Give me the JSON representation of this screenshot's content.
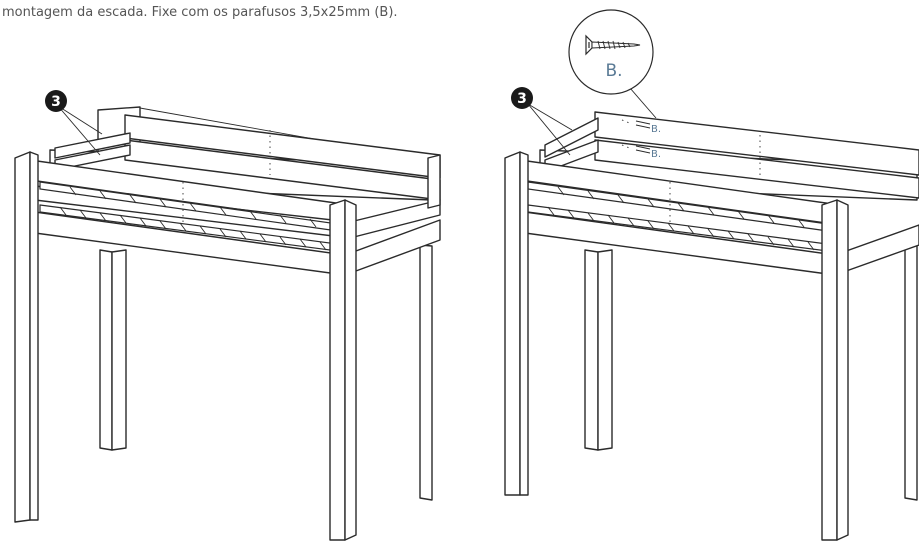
{
  "instruction_text": "montagem da escada. Fixe com os parafusos 3,5x25mm (B).",
  "left_figure": {
    "part_number": "3"
  },
  "right_figure": {
    "part_number": "3",
    "screw_callout_label": "B.",
    "screw_label_top": "B.",
    "screw_label_bottom": "B."
  },
  "colors": {
    "line": "#2b2b2b",
    "text_gray": "#555555",
    "callout_label": "#5a7a95",
    "badge_fill": "#1a1a1a"
  }
}
